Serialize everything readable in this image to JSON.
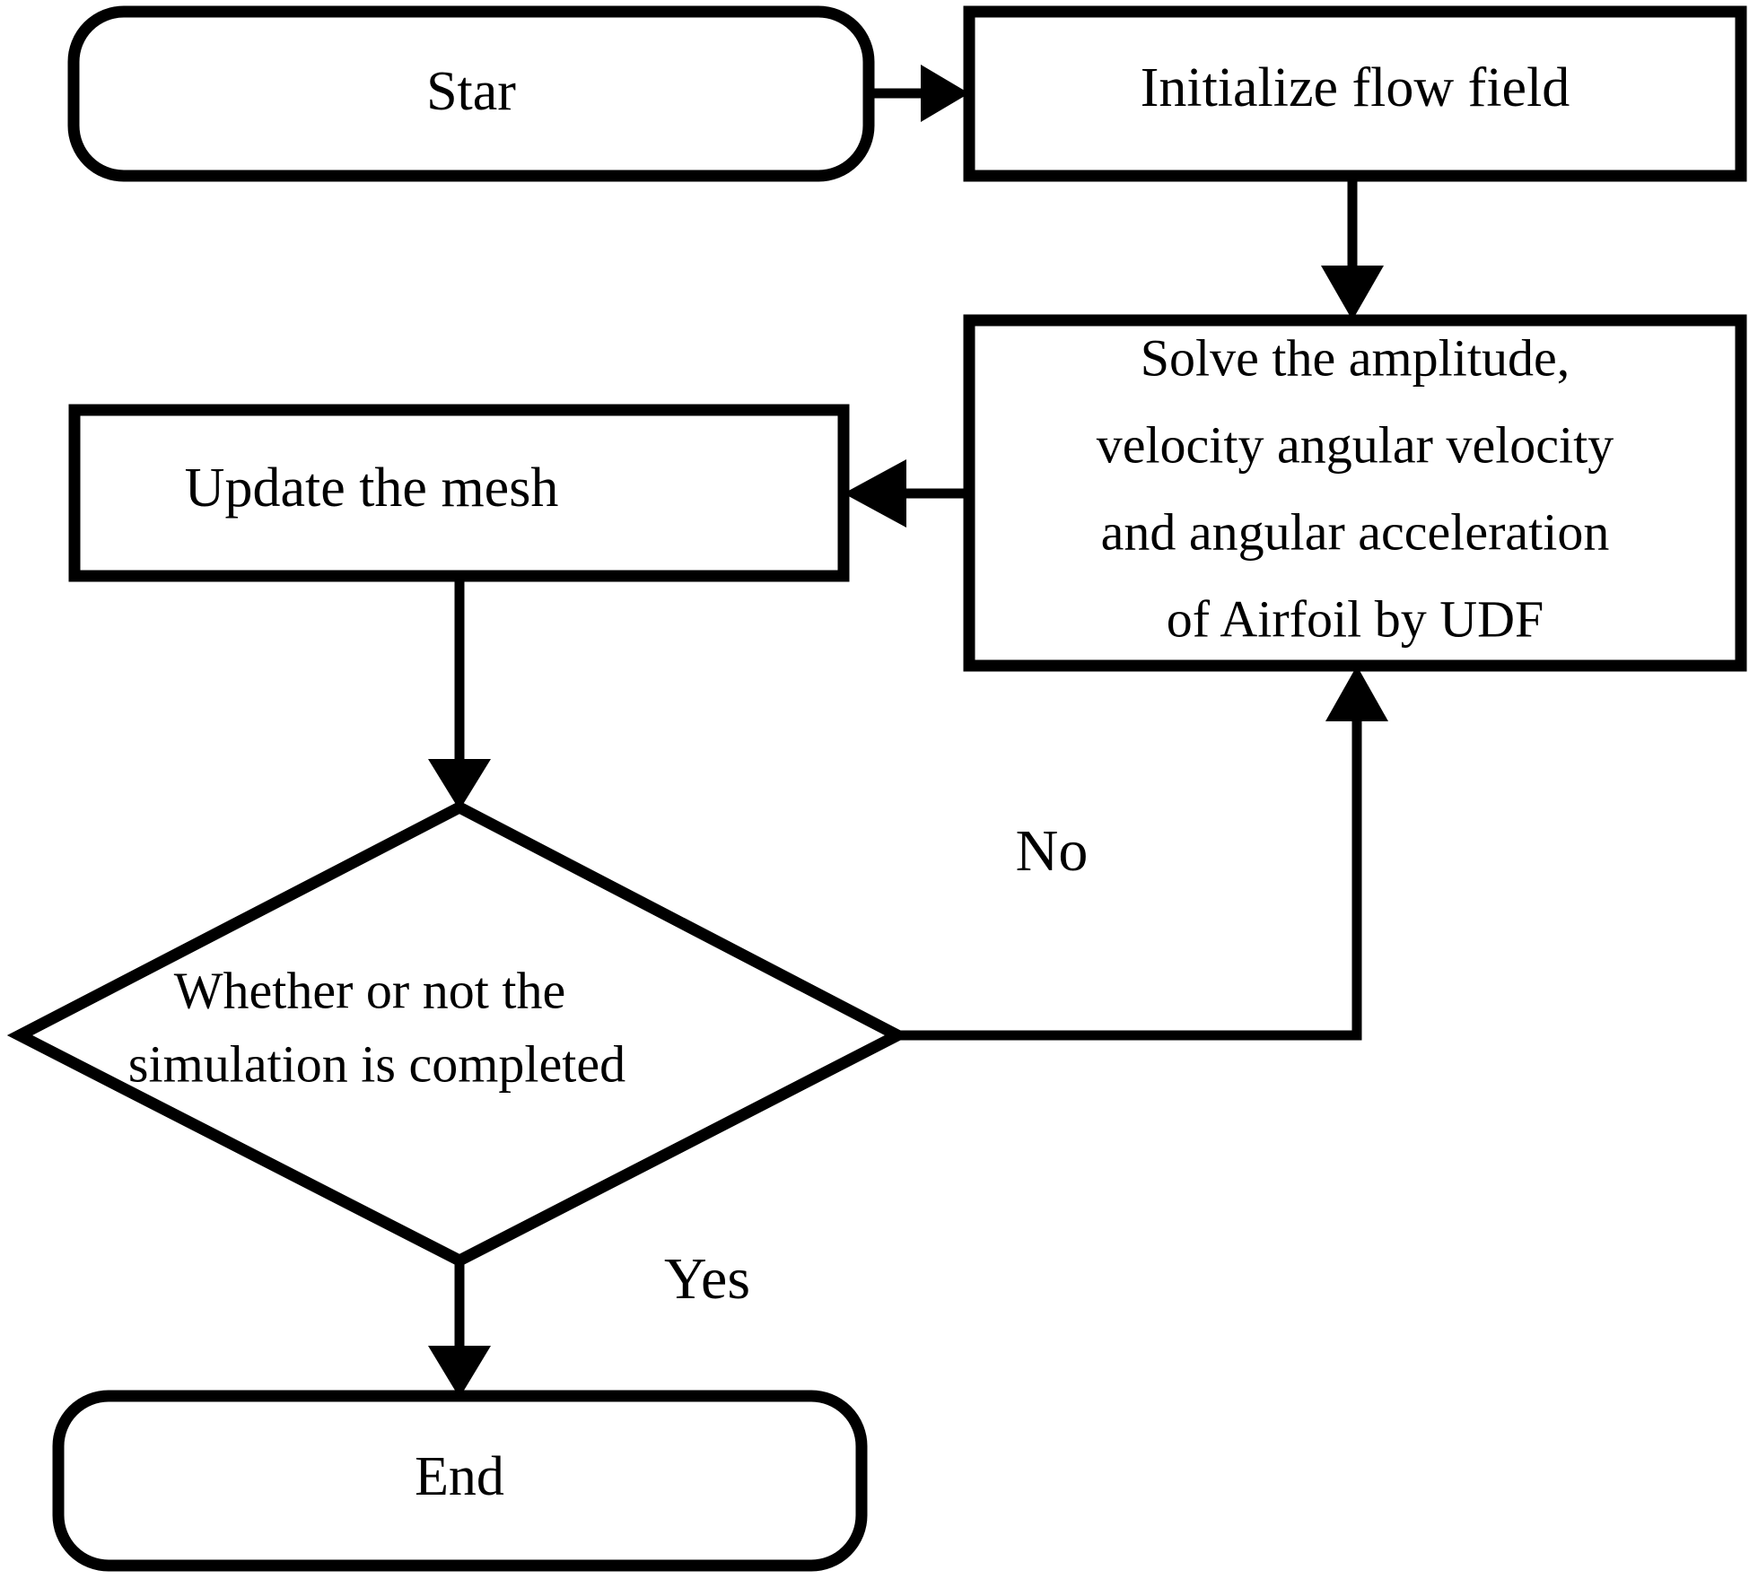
{
  "diagram": {
    "title_text_present": false,
    "background_color": "#ffffff",
    "stroke_color": "#000000",
    "nodes": [
      {
        "id": "start",
        "name": "start-terminator",
        "shape": "rounded-rectangle",
        "label": "Star",
        "lines": [
          "Star"
        ]
      },
      {
        "id": "initialize",
        "name": "initialize-flow-field-process",
        "shape": "rectangle",
        "label": "Initialize flow field",
        "lines": [
          "Initialize flow field"
        ]
      },
      {
        "id": "solve",
        "name": "solve-udf-process",
        "shape": "rectangle",
        "label": "Solve the amplitude, velocity angular velocity and angular acceleration of Airfoil by UDF",
        "lines": [
          "Solve the amplitude,",
          "velocity angular velocity",
          "and angular acceleration",
          "of Airfoil by UDF"
        ]
      },
      {
        "id": "update",
        "name": "update-mesh-process",
        "shape": "rectangle",
        "label": "Update the mesh",
        "lines": [
          "Update the mesh"
        ]
      },
      {
        "id": "decision",
        "name": "simulation-completed-decision",
        "shape": "diamond",
        "label": "Whether or not the simulation is completed",
        "lines": [
          "Whether or not the",
          "simulation is completed"
        ]
      },
      {
        "id": "end",
        "name": "end-terminator",
        "shape": "rounded-rectangle",
        "label": "End",
        "lines": [
          "End"
        ]
      }
    ],
    "edges": [
      {
        "id": "e1",
        "name": "edge-start-to-initialize",
        "from": "start",
        "to": "initialize",
        "label": ""
      },
      {
        "id": "e2",
        "name": "edge-initialize-to-solve",
        "from": "initialize",
        "to": "solve",
        "label": ""
      },
      {
        "id": "e3",
        "name": "edge-solve-to-update",
        "from": "solve",
        "to": "update",
        "label": ""
      },
      {
        "id": "e4",
        "name": "edge-update-to-decision",
        "from": "update",
        "to": "decision",
        "label": ""
      },
      {
        "id": "e5",
        "name": "edge-decision-no-to-solve",
        "from": "decision",
        "to": "solve",
        "label": "No"
      },
      {
        "id": "e6",
        "name": "edge-decision-yes-to-end",
        "from": "decision",
        "to": "end",
        "label": "Yes"
      }
    ],
    "edge_labels": {
      "no": "No",
      "yes": "Yes"
    }
  }
}
